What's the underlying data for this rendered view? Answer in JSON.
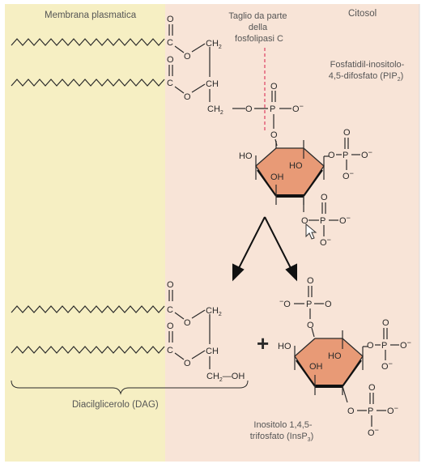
{
  "title_region_left": "Membrana plasmatica",
  "title_region_right": "Citosol",
  "cleavage_label": [
    "Taglio da parte",
    "della",
    "fosfolipasi C"
  ],
  "pip2_label": [
    "Fosfatidil-inositolo-",
    "4,5-difosfato (PIP",
    "2",
    ")"
  ],
  "dag_label": "Diacilglicerolo (DAG)",
  "insp3_label": [
    "Inositolo 1,4,5-",
    "trifosfato (InsP",
    "3",
    ")"
  ],
  "plus_sign": "+",
  "atoms": {
    "O": "O",
    "C": "C",
    "P": "P",
    "HO": "HO",
    "OH": "OH",
    "CH": "CH",
    "CH2": "CH",
    "sub2": "2",
    "O_minus": "O",
    "minus": "−",
    "CH2_OH": "CH",
    "OH_tail": "—OH"
  },
  "colors": {
    "membrane": "#f6efc3",
    "cytosol": "#f8e4d7",
    "ring_fill": "#e89a76",
    "cut_line": "#e04b6a",
    "ink": "#2a2a2a"
  }
}
